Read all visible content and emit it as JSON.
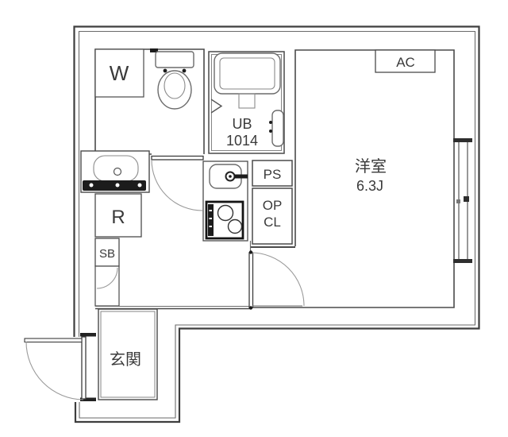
{
  "plan": {
    "labels": {
      "washer": "W",
      "unit_bath_line1": "UB",
      "unit_bath_line2": "1014",
      "pipe_space": "PS",
      "closet_line1": "OP",
      "closet_line2": "CL",
      "refrigerator": "R",
      "shoe_box": "SB",
      "air_conditioner": "AC",
      "western_room": "洋室",
      "western_room_size": "6.3J",
      "entrance": "玄関"
    },
    "colors": {
      "wall": "#3e3e3e",
      "line": "#6a6a6a",
      "text": "#3a3a3a",
      "fixture_dark": "#1c1c1c"
    }
  }
}
